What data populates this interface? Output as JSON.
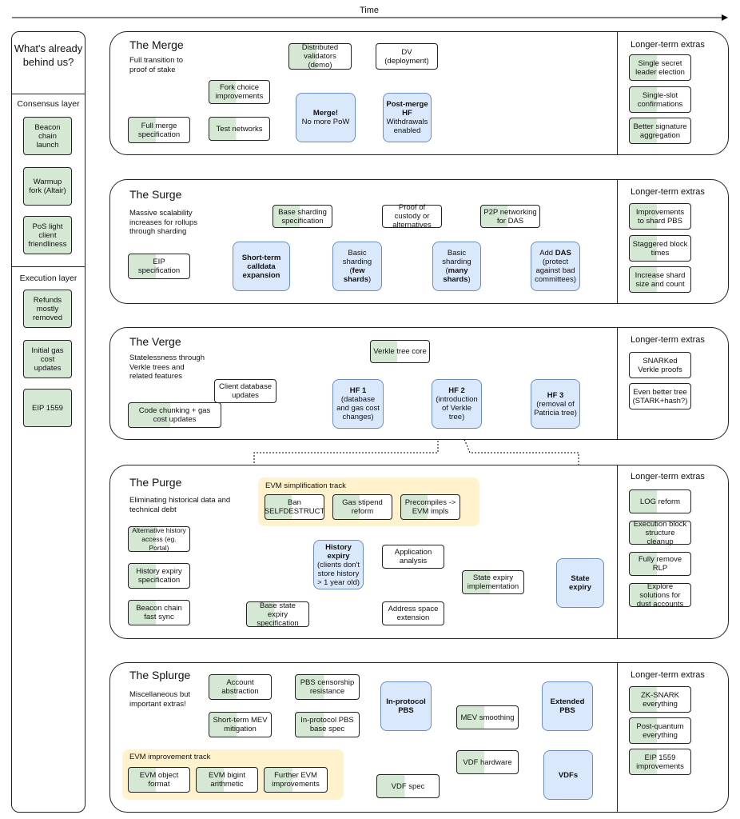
{
  "time_label": "Time",
  "left": {
    "title": "What's already behind us?",
    "consensus": {
      "heading": "Consensus layer",
      "items": [
        "Beacon chain launch",
        "Warmup fork (Altair)",
        "PoS light client friendliness"
      ]
    },
    "execution": {
      "heading": "Execution layer",
      "items": [
        "Refunds mostly removed",
        "Initial gas cost updates",
        "EIP 1559"
      ]
    }
  },
  "merge": {
    "title": "The Merge",
    "subtitle": "Full transition to proof of stake",
    "extras_title": "Longer-term extras",
    "extras": [
      "Single secret leader election",
      "Single-slot confirmations",
      "Better signature aggregation"
    ],
    "dv_demo": "Distributed validators (demo)",
    "dv_deploy": "DV (deployment)",
    "fork_choice": "Fork choice improvements",
    "full_merge": "Full merge specification",
    "test_networks": "Test networks",
    "merge_a": "Merge!",
    "merge_b": "No more PoW",
    "post_a": "Post-merge HF",
    "post_b": "Withdrawals enabled"
  },
  "surge": {
    "title": "The Surge",
    "subtitle": "Massive scalability increases for rollups through sharding",
    "extras_title": "Longer-term extras",
    "extras": [
      "Improvements to shard PBS",
      "Staggered block times",
      "Increase shard size and count"
    ],
    "eip": "EIP specification",
    "short_term": "Short-term calldata expansion",
    "base_sharding": "Base sharding specification",
    "basic_few_a": "Basic sharding (",
    "basic_few_b": "few shards",
    "basic_few_c": ")",
    "custody": "Proof of custody or alternatives",
    "basic_many_a": "Basic sharding (",
    "basic_many_b": "many shards",
    "basic_many_c": ")",
    "p2p": "P2P networking for DAS",
    "das_a": "Add ",
    "das_b": "DAS",
    "das_c": " (protect against bad committees)"
  },
  "verge": {
    "title": "The Verge",
    "subtitle": "Statelessness through Verkle trees and related features",
    "extras_title": "Longer-term extras",
    "extras": [
      "SNARKed Verkle proofs",
      "Even better tree (STARK+hash?)"
    ],
    "verkle_core": "Verkle tree core",
    "client_db": "Client database updates",
    "code_chunk": "Code chunking + gas cost updates",
    "hf1_a": "HF 1",
    "hf1_b": "(database and gas cost changes)",
    "hf2_a": "HF 2",
    "hf2_b": "(introduction of Verkle tree)",
    "hf3_a": "HF 3",
    "hf3_b": "(removal of Patricia tree)"
  },
  "purge": {
    "title": "The Purge",
    "subtitle": "Eliminating historical data and technical debt",
    "extras_title": "Longer-term extras",
    "extras": [
      "LOG reform",
      "Execution block structure cleanup",
      "Fully remove RLP",
      "Explore solutions for dust accounts"
    ],
    "track_label": "EVM simplification track",
    "track_items": [
      "Ban SELFDESTRUCT",
      "Gas stipend reform",
      "Precompiles -> EVM impls"
    ],
    "alt_history": "Alternative history access (eg. Portal)",
    "history_spec": "History expiry specification",
    "beacon_sync": "Beacon chain fast sync",
    "hist_a": "History expiry",
    "hist_b": "(clients don't store history > 1 year old)",
    "app_analysis": "Application analysis",
    "state_impl": "State expiry implementation",
    "base_state": "Base state expiry specification",
    "address_space": "Address space extension",
    "state_expiry": "State expiry"
  },
  "splurge": {
    "title": "The Splurge",
    "subtitle": "Miscellaneous but important extras!",
    "extras_title": "Longer-term extras",
    "extras": [
      "ZK-SNARK everything",
      "Post-quantum everything",
      "EIP 1559 improvements"
    ],
    "account_abs": "Account abstraction",
    "mev_mitigation": "Short-term MEV mitigation",
    "pbs_censor": "PBS censorship resistance",
    "pbs_base": "In-protocol PBS base spec",
    "in_pbs": "In-protocol PBS",
    "mev_smooth": "MEV smoothing",
    "ext_pbs": "Extended PBS",
    "vdf_hw": "VDF hardware",
    "vdf_spec": "VDF spec",
    "vdfs": "VDFs",
    "track_label": "EVM improvement track",
    "track_items": [
      "EVM object format",
      "EVM bigint arithmetic",
      "Further EVM improvements"
    ]
  },
  "colors": {
    "green": "#d5e8d4",
    "blue": "#dae8fc",
    "blue_border": "#6c8ebf",
    "track": "#fff2cc"
  }
}
